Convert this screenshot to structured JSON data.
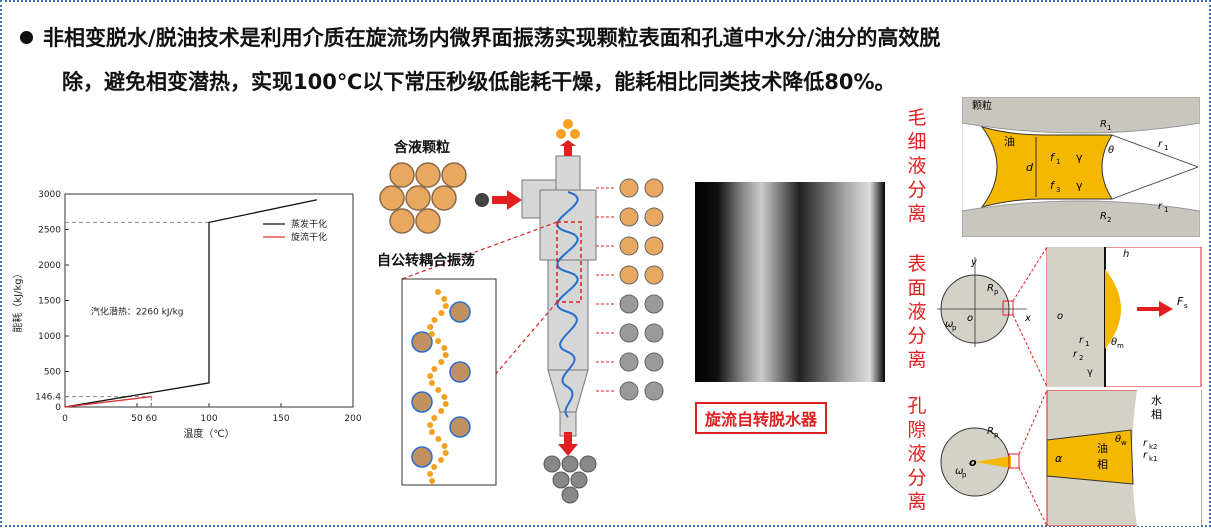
{
  "headline": {
    "line1": "非相变脱水/脱油技术是利用介质在旋流场内微界面振荡实现颗粒表面和孔道中水分/油分的高效脱",
    "line2": "除，避免相变潜热，实现100℃以下常压秒级低能耗干燥，能耗相比同类技术降低80%。"
  },
  "chart_data": {
    "type": "line",
    "title": "",
    "xlabel": "温度（℃）",
    "ylabel": "能耗（kJ/kg）",
    "xlim": [
      0,
      200
    ],
    "ylim": [
      0,
      3000
    ],
    "xticks": [
      "0",
      "50",
      "60",
      "100",
      "150",
      "200"
    ],
    "yticks": [
      "0",
      "146.4",
      "500",
      "1000",
      "1500",
      "2000",
      "2500",
      "3000"
    ],
    "annotation": "汽化潜热：2260 kJ/kg",
    "legend_position": "top-right",
    "series": [
      {
        "name": "蒸发干化",
        "color": "#111111",
        "points": [
          [
            0,
            0
          ],
          [
            100,
            340
          ],
          [
            100,
            2600
          ],
          [
            175,
            2920
          ]
        ]
      },
      {
        "name": "旋流干化",
        "color": "#e03030",
        "points": [
          [
            0,
            0
          ],
          [
            60,
            146.4
          ]
        ]
      }
    ],
    "reference_lines": [
      {
        "y": 2600
      },
      {
        "y": 146.4
      },
      {
        "x": 60
      }
    ]
  },
  "diagram": {
    "particles_label": "含液颗粒",
    "oscillation_label": "自公转耦合振荡",
    "device_label": "旋流自转脱水器",
    "capillary_label": "毛细液分离",
    "surface_label": "表面液分离",
    "pore_label": "孔隙液分离",
    "cap": {
      "particle": "颗粒",
      "oil": "油",
      "d": "d",
      "f1": "f",
      "f1s": "1",
      "f3": "f",
      "f3s": "3",
      "gamma": "γ",
      "r1": "r",
      "r1s": "1",
      "R1": "R",
      "R1s": "1",
      "R2": "R",
      "R2s": "2",
      "theta": "θ"
    },
    "surf": {
      "y": "y",
      "x": "x",
      "o": "o",
      "Rp": "R",
      "Rps": "p",
      "wp": "ω",
      "wps": "p",
      "h": "h",
      "Fs": "F",
      "Fss": "s",
      "r1": "r",
      "r1s": "1",
      "r2": "r",
      "r2s": "2",
      "theta": "θ",
      "thetas": "m",
      "gamma": "γ"
    },
    "pore": {
      "water": "水",
      "phase": "相",
      "oil": "油",
      "ophase": "相",
      "o": "o",
      "Rp": "R",
      "Rps": "p",
      "wp": "ω",
      "wps": "p",
      "a": "α",
      "theta": "θ",
      "thetas": "w",
      "rk2": "r",
      "rk2s": "k2",
      "rk1": "r",
      "rk1s": "k1"
    }
  },
  "colors": {
    "accent": "#e02020",
    "oil": "#f5b800",
    "border": "#3f6fb5",
    "particle": "#e8a860"
  }
}
